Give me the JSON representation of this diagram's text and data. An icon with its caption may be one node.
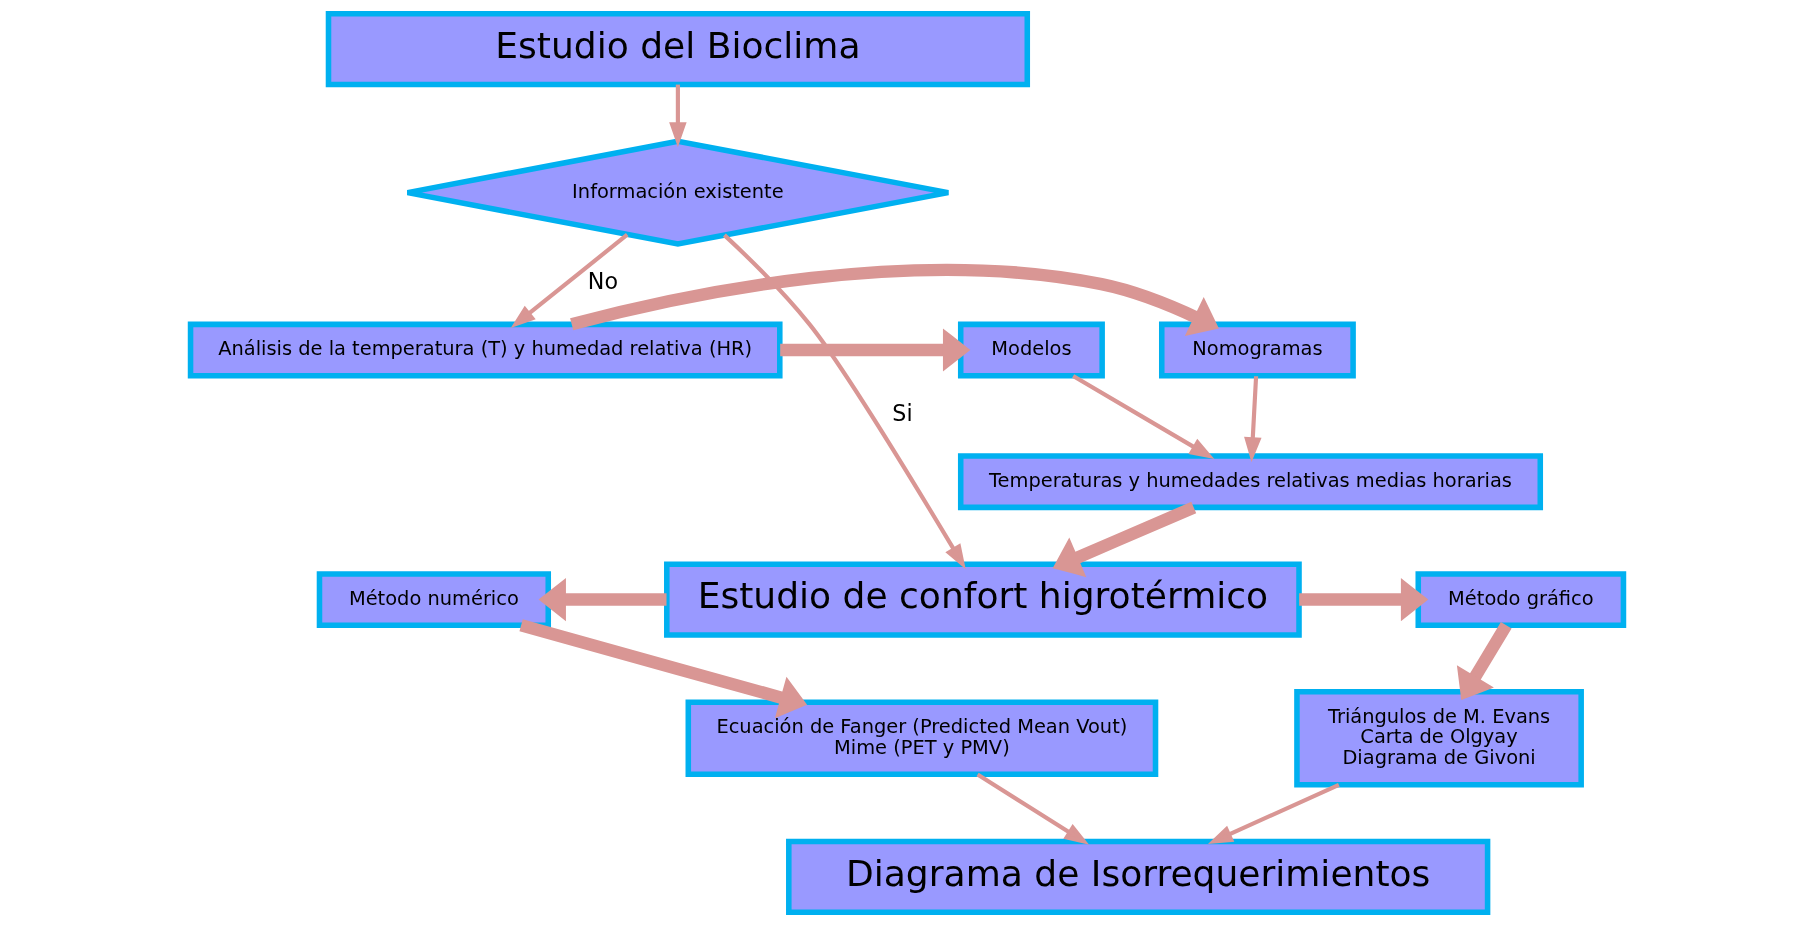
{
  "diagram": {
    "nodes": [
      {
        "text": [
          "Estudio del Bioclima"
        ]
      },
      {
        "text": [
          "Información existente"
        ]
      },
      {
        "text": [
          "Análisis de la temperatura (T) y humedad relativa (HR)"
        ]
      },
      {
        "text": [
          "Nomogramas"
        ]
      },
      {
        "text": [
          "Modelos"
        ]
      },
      {
        "text": [
          "Temperaturas y humedades relativas medias horarias"
        ]
      },
      {
        "text": [
          "Estudio de confort higrotérmico"
        ]
      },
      {
        "text": [
          "Método numérico"
        ]
      },
      {
        "text": [
          "Método gráfico"
        ]
      },
      {
        "text": [
          "Ecuación de Fanger (Predicted Mean Vout)",
          "Mime (PET y PMV)"
        ]
      },
      {
        "text": [
          "Triángulos de M. Evans",
          "Carta de Olgyay",
          "Diagrama de Givoni"
        ]
      },
      {
        "text": [
          "Diagrama de Isorrequerimientos"
        ]
      }
    ],
    "edges": [
      {
        "from": 0,
        "to": 1,
        "arrow": "to"
      },
      {
        "from": 1,
        "to": 6,
        "arrow": "to",
        "label": "Si"
      },
      {
        "from": 1,
        "to": 2,
        "arrow": "to",
        "label": "No"
      },
      {
        "from": 2,
        "to": 3,
        "arrow": "to",
        "style": "thick"
      },
      {
        "from": 2,
        "to": 4,
        "arrow": "to",
        "style": "thick"
      },
      {
        "from": 3,
        "to": 5,
        "arrow": "to"
      },
      {
        "from": 4,
        "to": 5,
        "arrow": "to"
      },
      {
        "from": 5,
        "to": 6,
        "arrow": "to",
        "style": "thick"
      },
      {
        "from": 6,
        "to": 7,
        "arrow": "to",
        "style": "thick"
      },
      {
        "from": 6,
        "to": 8,
        "arrow": "to",
        "style": "thick"
      },
      {
        "from": 7,
        "to": 9,
        "arrow": "to",
        "style": "thick"
      },
      {
        "from": 8,
        "to": 10,
        "arrow": "to",
        "style": "thick"
      },
      {
        "from": 9,
        "to": 11,
        "arrow": "to"
      },
      {
        "from": 10,
        "to": 11,
        "arrow": "to"
      }
    ]
  }
}
